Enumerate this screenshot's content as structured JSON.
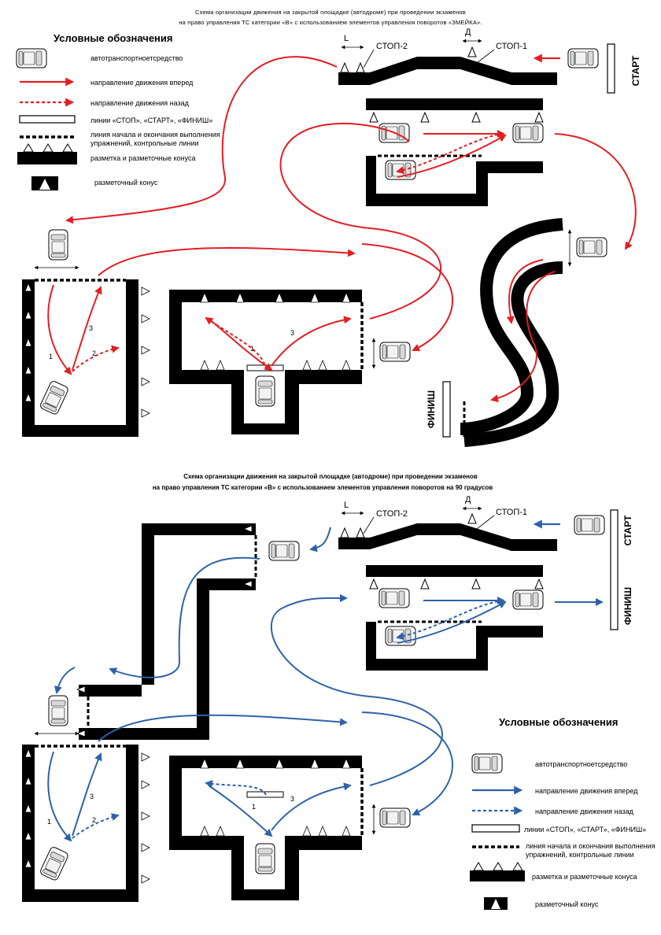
{
  "top": {
    "title_line1": "Схема организации движения на закрытой площадке (автодроме) при проведении экзаменов",
    "title_line2": "на право управления ТС категории «В» с использованием элементов управления поворотов «ЗМЕЙКА».",
    "legend_title": "Условные обозначения",
    "route_color": "#e31e24"
  },
  "bottom": {
    "title_line1": "Схема организации движения на закрытой площадке (автодроме) при проведении экзаменов",
    "title_line2": "на право управления ТС категории «В» с использованием элементов управления поворотов на 90 градусов",
    "legend_title": "Условные обозначения",
    "route_color": "#2e62a8"
  },
  "legend": {
    "vehicle": "автотранспортноетсредство",
    "forward": "направление движения вперед",
    "backward": "направление движения назад",
    "stop_lines": "линии «СТОП», «СТАРТ», «ФИНИШ»",
    "control_line1": "линия начала и окончания выполнения",
    "control_line2": "упражнений, контрольные линии",
    "markup": "разметка и разметочные конуса",
    "cone": "разметочный конус"
  },
  "labels": {
    "stop2": "СТОП-2",
    "stop1": "СТОП-1",
    "start": "СТАРТ",
    "finish": "ФИНИШ",
    "L": "L",
    "D": "Д",
    "n1": "1",
    "n2": "2",
    "n3": "3"
  }
}
